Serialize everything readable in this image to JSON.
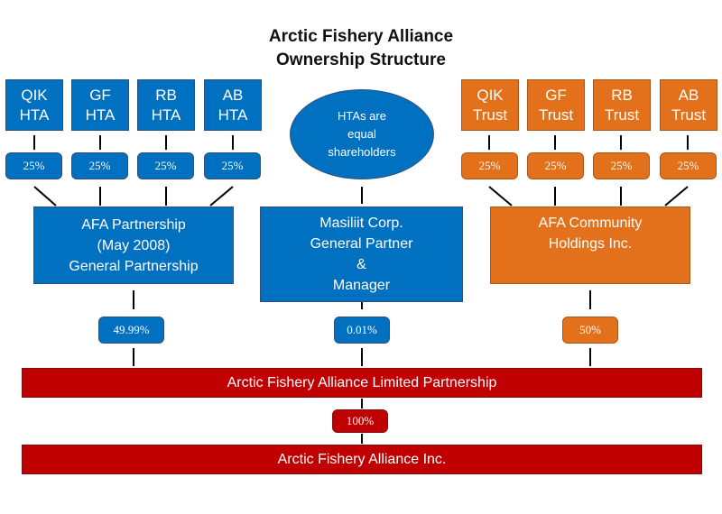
{
  "title": {
    "line1": "Arctic Fishery Alliance",
    "line2": "Ownership Structure"
  },
  "hta_boxes": [
    {
      "line1": "QIK",
      "line2": "HTA",
      "pct": "25%"
    },
    {
      "line1": "GF",
      "line2": "HTA",
      "pct": "25%"
    },
    {
      "line1": "RB",
      "line2": "HTA",
      "pct": "25%"
    },
    {
      "line1": "AB",
      "line2": "HTA",
      "pct": "25%"
    }
  ],
  "trust_boxes": [
    {
      "line1": "QIK",
      "line2": "Trust",
      "pct": "25%"
    },
    {
      "line1": "GF",
      "line2": "Trust",
      "pct": "25%"
    },
    {
      "line1": "RB",
      "line2": "Trust",
      "pct": "25%"
    },
    {
      "line1": "AB",
      "line2": "Trust",
      "pct": "25%"
    }
  ],
  "ellipse": {
    "line1": "HTAs are",
    "line2": "equal",
    "line3": "shareholders"
  },
  "afa_partnership": {
    "line1": "AFA Partnership",
    "line2": "(May 2008)",
    "line3": "General Partnership",
    "pct": "49.99%"
  },
  "masiliit": {
    "line1": "Masiliit Corp.",
    "line2": "General Partner",
    "line3": "&",
    "line4": "Manager",
    "pct": "0.01%"
  },
  "community": {
    "line1": "AFA Community",
    "line2": "Holdings Inc.",
    "pct": "50%"
  },
  "limited_partnership": {
    "label": "Arctic Fishery Alliance Limited Partnership",
    "pct": "100%"
  },
  "inc": {
    "label": "Arctic Fishery Alliance Inc."
  },
  "colors": {
    "blue": "#0070c0",
    "orange": "#e3701b",
    "red": "#c00000"
  }
}
